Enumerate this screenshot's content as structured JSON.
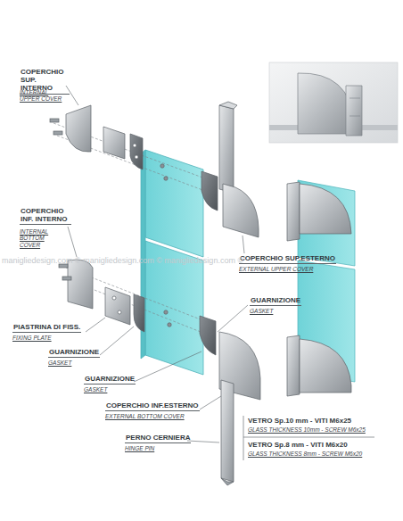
{
  "diagram": {
    "labels": [
      "COPERCHIO SUP. INTERNO",
      "INTERNAL UPPER COVER",
      "COPERCHIO INF. INTERNO",
      "INTERNAL BOTTOM COVER",
      "PIASTRINA DI FISS.",
      "FIXING PLATE",
      "GUARNIZIONE",
      "GASKET",
      "GUARNIZIONE",
      "GASKET",
      "COPERCHIO SUP.ESTERNO",
      "EXTERNAL UPPER COVER",
      "GUARNIZIONE",
      "GASKET",
      "COPERCHIO INF.ESTERNO",
      "EXTERNAL BOTTOM COVER",
      "PERNO CERNIERA",
      "HINGE PIN",
      "VETRO Sp.10 mm - VITI M6x25",
      "GLASS THICKNESS 10mm - SCREW M6x25",
      "VETRO Sp.8 mm - VITI M6x20",
      "GLASS THICKNESS 8mm - SCREW M6x20",
      "manigliedesign.com © manigliedesign.com © manigliedesign.com ©"
    ]
  }
}
